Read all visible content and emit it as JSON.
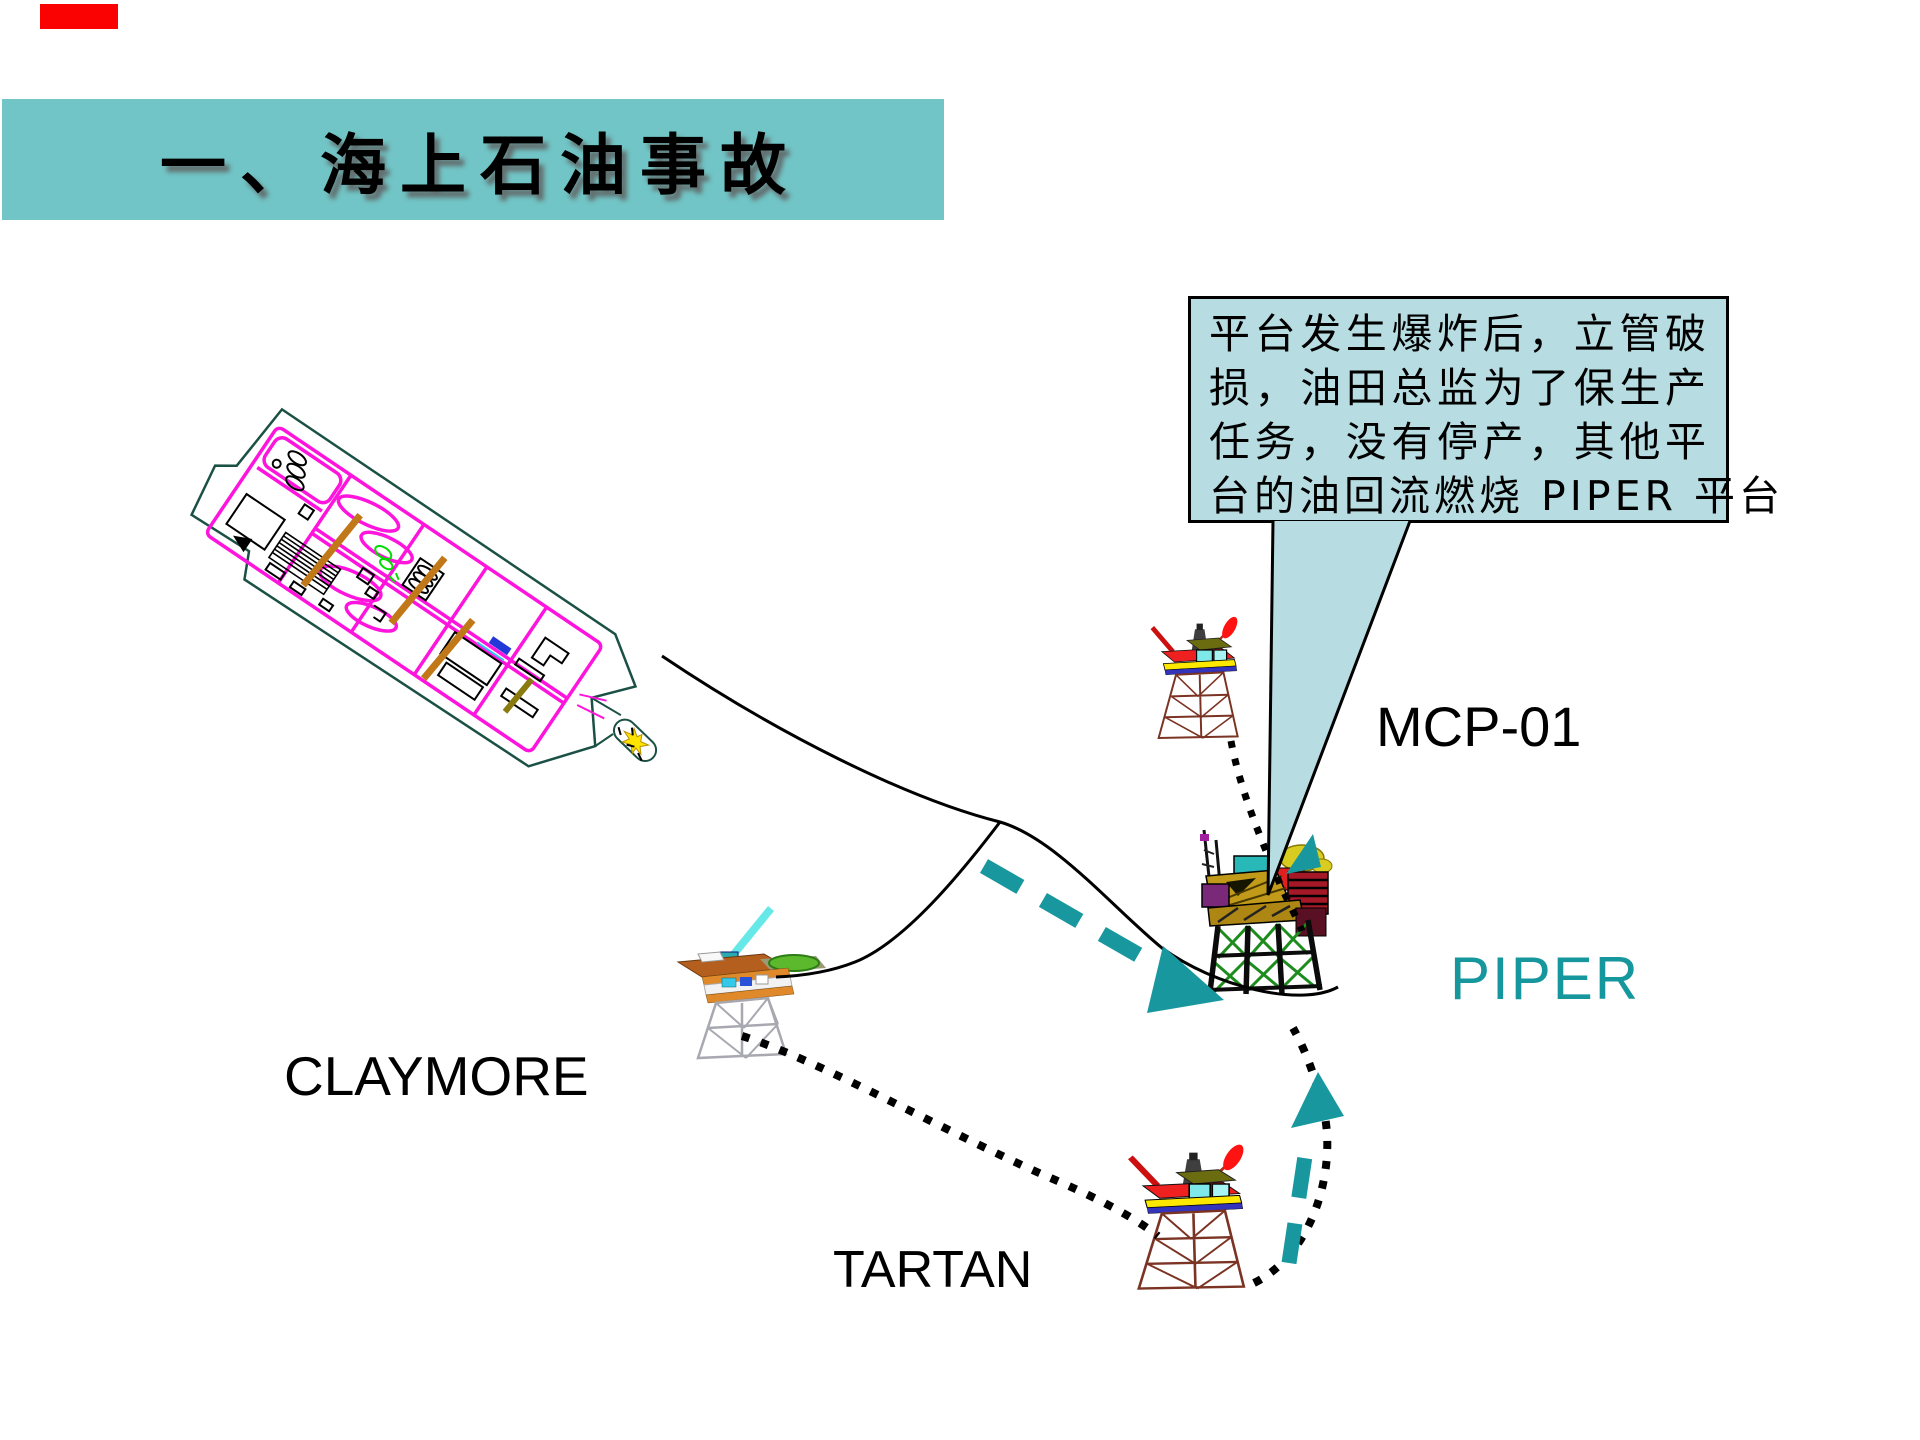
{
  "slide": {
    "background_color": "#ffffff",
    "corner_marker_color": "#fb0202",
    "banner": {
      "color": "#72c5c6",
      "title": "一、海上石油事故"
    }
  },
  "callout": {
    "background_color": "#b7dce1",
    "border_color": "#000000",
    "lines": [
      "平台发生爆炸后，立管破",
      "损，油田总监为了保生产",
      "任务，没有停产，其他平",
      "台的油回流燃烧 PIPER 平台"
    ],
    "points_to": "PIPER platform"
  },
  "labels": {
    "mcp01": {
      "text": "MCP-01",
      "color": "#000000"
    },
    "piper": {
      "text": "PIPER",
      "color": "#16979e"
    },
    "claymore": {
      "text": "CLAYMORE",
      "color": "#000000"
    },
    "tartan": {
      "text": "TARTAN",
      "color": "#000000"
    }
  },
  "diagram": {
    "accent_teal": "#18989e",
    "deck_plan_line_color": "#ff14dd",
    "platforms": [
      "PIPER deck-plan drawing",
      "MCP-01",
      "PIPER",
      "CLAYMORE",
      "TARTAN"
    ],
    "connections": [
      {
        "from": "deck-plan",
        "to": "PIPER",
        "style": "solid-line"
      },
      {
        "from": "deck-plan-fork",
        "to": "CLAYMORE",
        "style": "solid-line"
      },
      {
        "from": "MCP-01",
        "to": "PIPER",
        "style": "dotted-line"
      },
      {
        "from": "CLAYMORE",
        "to": "TARTAN",
        "style": "dotted-line"
      },
      {
        "from": "TARTAN",
        "to": "PIPER",
        "style": "dotted-line"
      },
      {
        "from": "CLAYMORE-line",
        "to": "PIPER",
        "style": "teal-dashed-arrow"
      },
      {
        "from": "TARTAN-line",
        "to": "PIPER",
        "style": "teal-dashed-arrow"
      }
    ]
  }
}
